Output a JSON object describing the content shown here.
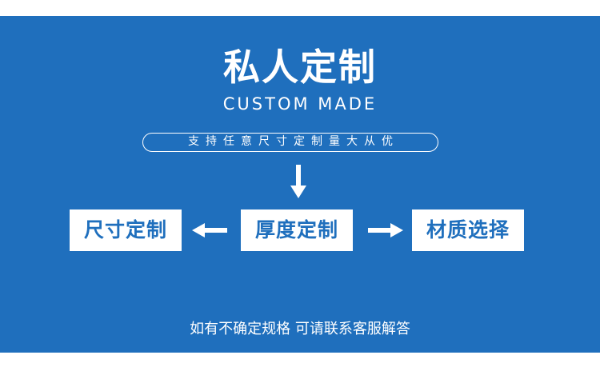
{
  "heading": {
    "title": "私人定制",
    "subtitle": "CUSTOM MADE",
    "tagline": "支持任意尺寸定制量大从优"
  },
  "options": {
    "size": "尺寸定制",
    "thickness": "厚度定制",
    "material": "材质选择"
  },
  "footer": {
    "text": "如有不确定规格 可请联系客服解答"
  },
  "colors": {
    "panel": "#1f6fbd",
    "box": "#ffffff",
    "box_text": "#1f6fbd",
    "text": "#ffffff"
  },
  "icons": {
    "down": "arrow-down-icon",
    "left": "arrow-left-icon",
    "right": "arrow-right-icon"
  }
}
